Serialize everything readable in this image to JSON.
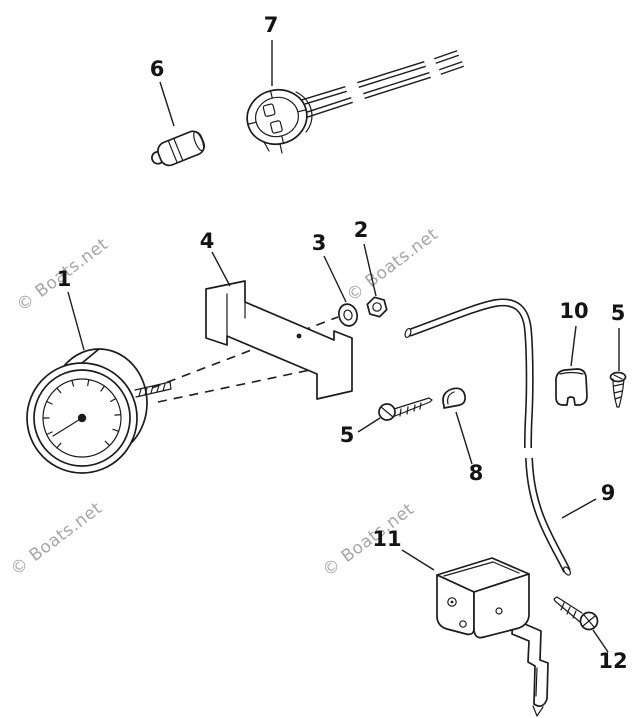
{
  "figure": {
    "background": "#ffffff",
    "line_color": "#1c1c1c",
    "watermark": {
      "text": "© Boats.net",
      "color": "#a6a6a6"
    }
  },
  "callouts": [
    {
      "num": "7"
    },
    {
      "num": "6"
    },
    {
      "num": "4"
    },
    {
      "num": "3"
    },
    {
      "num": "2"
    },
    {
      "num": "1"
    },
    {
      "num": "10"
    },
    {
      "num": "5"
    },
    {
      "num": "5"
    },
    {
      "num": "8"
    },
    {
      "num": "9"
    },
    {
      "num": "11"
    },
    {
      "num": "12"
    }
  ]
}
